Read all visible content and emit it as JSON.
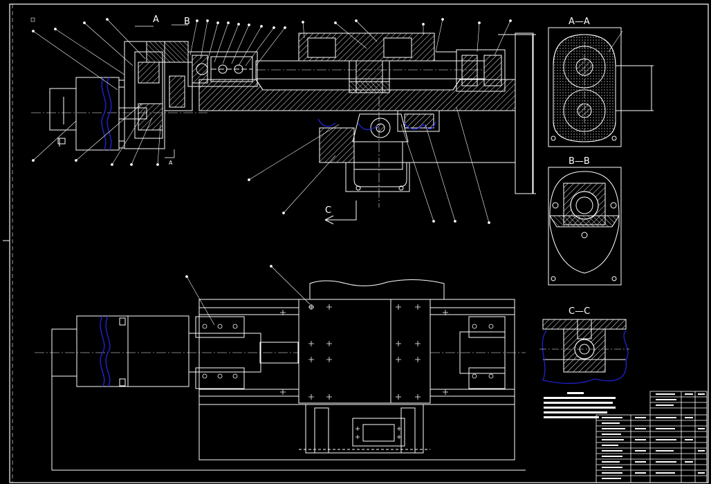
{
  "views": {
    "section_aa": "A—A",
    "section_bb": "B—B",
    "section_cc": "C—C"
  },
  "markers": {
    "a_top": "A",
    "b_top": "B",
    "a_bottom": "A",
    "c_arrow": "C"
  },
  "colors": {
    "background": "#000000",
    "line": "#ffffff",
    "accent": "#2020c8"
  }
}
